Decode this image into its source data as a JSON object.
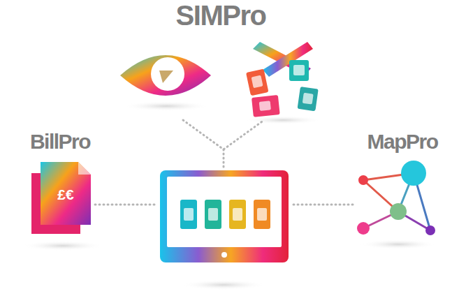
{
  "diagram": {
    "nodes": [
      {
        "text": [
          "SIMPro"
        ]
      },
      {
        "text": [
          "BillPro",
          "£€"
        ]
      },
      {
        "text": [
          "MapPro"
        ]
      }
    ]
  }
}
